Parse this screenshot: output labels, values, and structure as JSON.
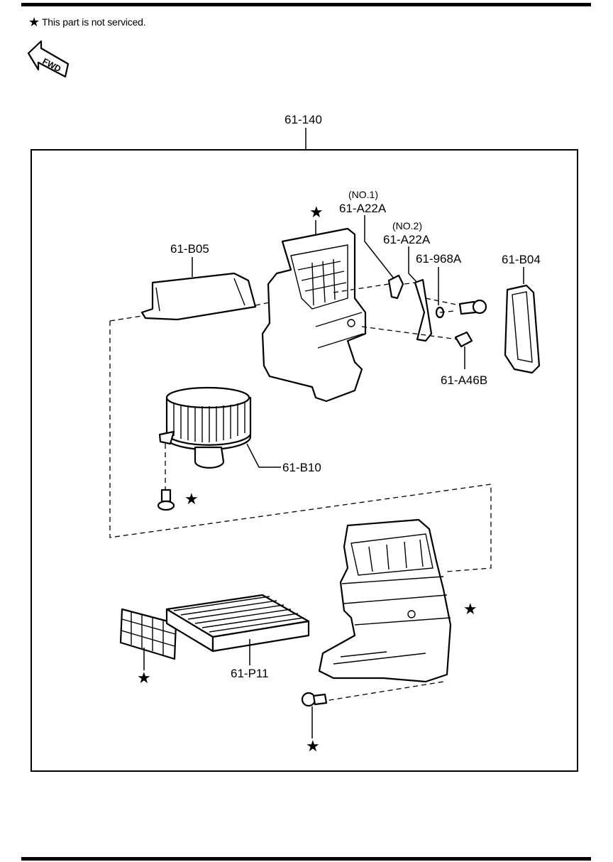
{
  "header": {
    "star": "★",
    "note": "This part is not serviced."
  },
  "fwd_label": "FWD",
  "assembly_label": "61-140",
  "labels": {
    "no1": "(NO.1)",
    "no1_part": "61-A22A",
    "no2": "(NO.2)",
    "no2_part": "61-A22A",
    "b05": "61-B05",
    "n968": "61-968A",
    "b04": "61-B04",
    "a46b": "61-A46B",
    "b10": "61-B10",
    "p11": "61-P11"
  },
  "star_symbol": "★"
}
